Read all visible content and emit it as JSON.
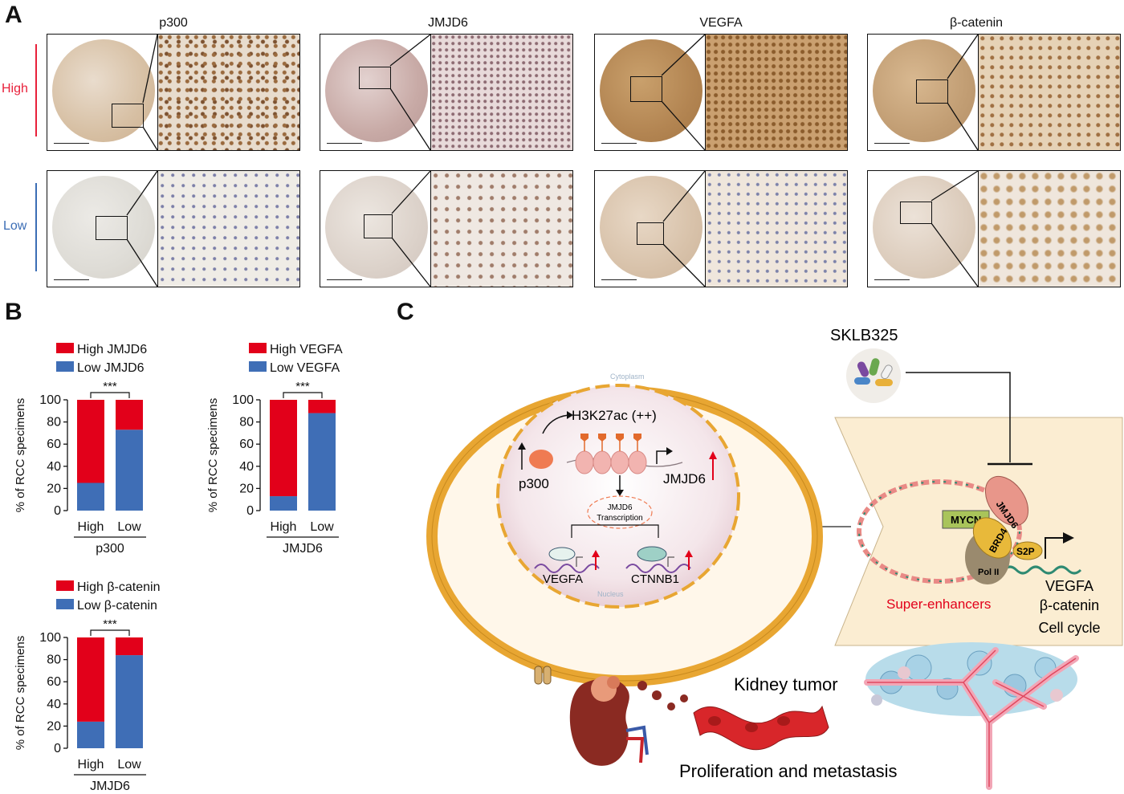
{
  "panels": {
    "a": "A",
    "b": "B",
    "c": "C"
  },
  "panel_a": {
    "columns": [
      "p300",
      "JMJD6",
      "VEGFA",
      "β-catenin"
    ],
    "rows": [
      {
        "label": "High",
        "color": "#e8203a"
      },
      {
        "label": "Low",
        "color": "#3b6db5"
      }
    ]
  },
  "panel_b": {
    "y_axis_label": "% of RCC specimens",
    "significance": "***",
    "colors": {
      "high": "#e2001a",
      "low": "#3f6eb6"
    },
    "charts": [
      {
        "legend": [
          "High JMJD6",
          "Low JMJD6"
        ],
        "categories": [
          "High",
          "Low"
        ],
        "group_label": "p300"
      },
      {
        "legend": [
          "High VEGFA",
          "Low VEGFA"
        ],
        "categories": [
          "High",
          "Low"
        ],
        "group_label": "JMJD6"
      },
      {
        "legend": [
          "High β-catenin",
          "Low β-catenin"
        ],
        "categories": [
          "High",
          "Low"
        ],
        "group_label": "JMJD6"
      }
    ],
    "y_ticks": [
      "0",
      "20",
      "40",
      "60",
      "80",
      "100"
    ]
  },
  "chart_data": [
    {
      "type": "bar",
      "stacked": true,
      "categories": [
        "High",
        "Low"
      ],
      "xlabel": "p300",
      "ylabel": "% of RCC specimens",
      "ylim": [
        0,
        100
      ],
      "series": [
        {
          "name": "Low JMJD6",
          "values": [
            25,
            73
          ]
        },
        {
          "name": "High JMJD6",
          "values": [
            75,
            27
          ]
        }
      ]
    },
    {
      "type": "bar",
      "stacked": true,
      "categories": [
        "High",
        "Low"
      ],
      "xlabel": "JMJD6",
      "ylabel": "% of RCC specimens",
      "ylim": [
        0,
        100
      ],
      "series": [
        {
          "name": "Low VEGFA",
          "values": [
            13,
            88
          ]
        },
        {
          "name": "High VEGFA",
          "values": [
            87,
            12
          ]
        }
      ]
    },
    {
      "type": "bar",
      "stacked": true,
      "categories": [
        "High",
        "Low"
      ],
      "xlabel": "JMJD6",
      "ylabel": "% of RCC specimens",
      "ylim": [
        0,
        100
      ],
      "series": [
        {
          "name": "Low β-catenin",
          "values": [
            24,
            84
          ]
        },
        {
          "name": "High β-catenin",
          "values": [
            76,
            16
          ]
        }
      ]
    }
  ],
  "panel_c": {
    "drug": "SKLB325",
    "cytoplasm": "Cytoplasm",
    "nucleus": "Nucleus",
    "histone_mark": "H3K27ac (++)",
    "p300": "p300",
    "jmjd6": "JMJD6",
    "transcription": [
      "JMJD6",
      "Transcription"
    ],
    "target_genes": [
      "VEGFA",
      "CTNNB1"
    ],
    "complex": {
      "mycn": "MYCN",
      "jmjd6": "JMJD6",
      "brd4": "BRD4",
      "s2p": "S2P",
      "pol2": "Pol II"
    },
    "super_enhancers": "Super-enhancers",
    "outputs": [
      "VEGFA",
      "β-catenin",
      "Cell cycle"
    ],
    "kidney_tumor": "Kidney tumor",
    "outcome": "Proliferation and metastasis"
  }
}
